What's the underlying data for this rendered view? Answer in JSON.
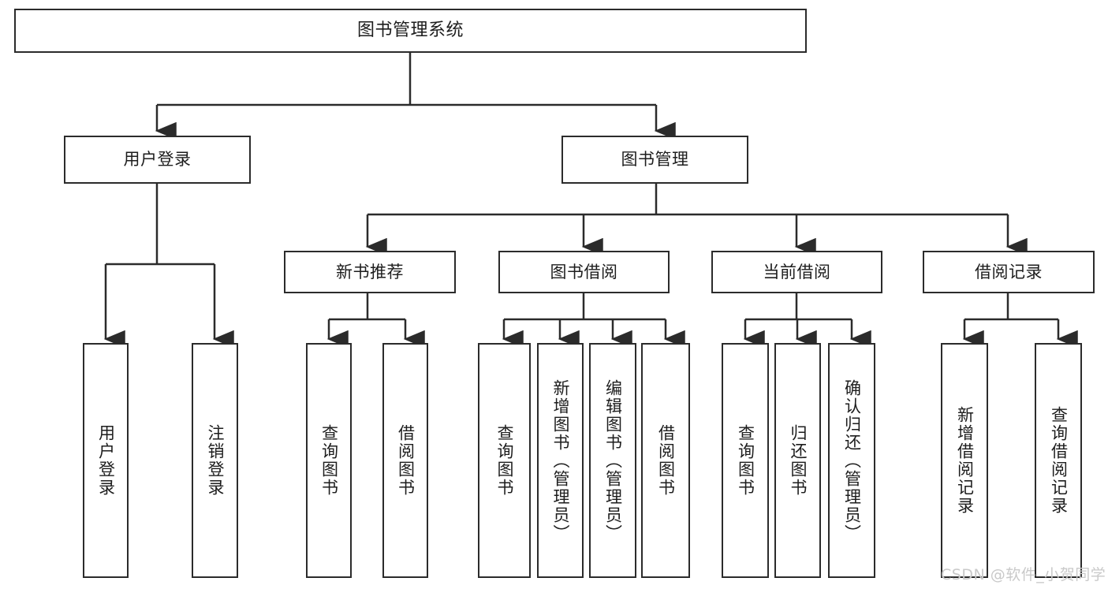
{
  "diagram": {
    "kind": "functional-structure-tree",
    "title": "图书管理系统",
    "colors": {
      "stroke": "#2b2b2b",
      "box_fill": "#ffffff",
      "text": "#1d1d1d",
      "canvas": "#ffffff",
      "watermark": "#c9c9c9"
    },
    "nodes": {
      "root": {
        "label": "图书管理系统"
      },
      "level2": [
        {
          "label": "用户登录"
        },
        {
          "label": "图书管理"
        }
      ],
      "level3": [
        {
          "label": "新书推荐"
        },
        {
          "label": "图书借阅"
        },
        {
          "label": "当前借阅"
        },
        {
          "label": "借阅记录"
        }
      ],
      "leaves": {
        "user_login": [
          {
            "label": "用户登录"
          },
          {
            "label": "注销登录"
          }
        ],
        "new_book_recommend": [
          {
            "label": "查询图书"
          },
          {
            "label": "借阅图书"
          }
        ],
        "book_borrow": [
          {
            "label": "查询图书"
          },
          {
            "label": "新增图书（管理员）"
          },
          {
            "label": "编辑图书（管理员）"
          },
          {
            "label": "借阅图书"
          }
        ],
        "current_borrow": [
          {
            "label": "查询图书"
          },
          {
            "label": "归还图书"
          },
          {
            "label": "确认归还（管理员）"
          }
        ],
        "borrow_record": [
          {
            "label": "新增借阅记录"
          },
          {
            "label": "查询借阅记录"
          }
        ]
      }
    },
    "watermark": {
      "text": "CSDN @软件_小贺同学"
    }
  }
}
